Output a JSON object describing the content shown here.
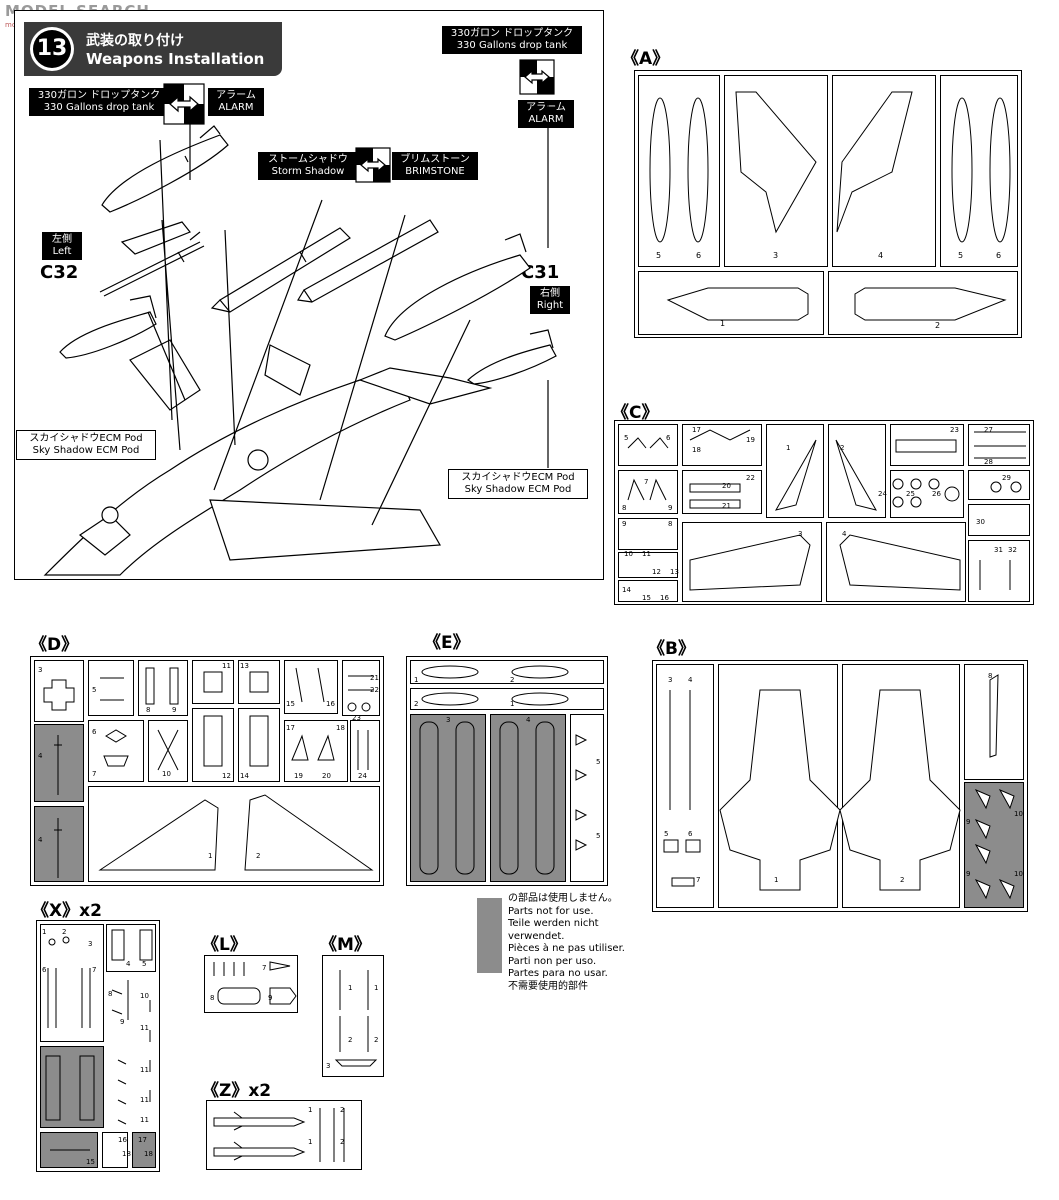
{
  "watermark": "MODEL SEARCH",
  "watermark_small": "mo3.2005.com",
  "step": {
    "number": "13",
    "title_jp": "武装の取り付け",
    "title_en": "Weapons Installation"
  },
  "callouts": {
    "droptank_left_jp": "330ガロン ドロップタンク",
    "droptank_left_en": "330 Gallons drop tank",
    "alarm_left_jp": "アラーム",
    "alarm_left_en": "ALARM",
    "droptank_right_jp": "330ガロン ドロップタンク",
    "droptank_right_en": "330 Gallons drop tank",
    "alarm_right_jp": "アラーム",
    "alarm_right_en": "ALARM",
    "storm_jp": "ストームシャドウ",
    "storm_en": "Storm Shadow",
    "brimstone_jp": "ブリムストーン",
    "brimstone_en": "BRIMSTONE",
    "left_jp": "左側",
    "left_en": "Left",
    "right_jp": "右側",
    "right_en": "Right",
    "c32": "C32",
    "c31": "C31",
    "ecm_left_jp": "スカイシャドウECM Pod",
    "ecm_left_en": "Sky Shadow ECM Pod",
    "ecm_right_jp": "スカイシャドウECM Pod",
    "ecm_right_en": "Sky Shadow ECM Pod"
  },
  "sprues": {
    "A": "《A》",
    "C": "《C》",
    "D": "《D》",
    "E": "《E》",
    "B": "《B》",
    "X": "《X》x2",
    "L": "《L》",
    "M": "《M》",
    "Z": "《Z》x2"
  },
  "legend": [
    "の部品は使用しません。",
    "Parts not for use.",
    "Teile werden nicht verwendet.",
    "Pièces à ne pas utiliser.",
    "Parti non per uso.",
    "Partes para no usar.",
    "不需要使用的部件"
  ],
  "part_numbers": {
    "A": [
      "5",
      "6",
      "3",
      "4",
      "5",
      "6",
      "1",
      "2"
    ],
    "C": [
      "5",
      "6",
      "17",
      "18",
      "19",
      "1",
      "2",
      "23",
      "27",
      "28",
      "7",
      "8",
      "22",
      "20",
      "21",
      "24",
      "25",
      "26",
      "29",
      "9",
      "8",
      "10",
      "11",
      "12",
      "13",
      "3",
      "4",
      "30",
      "31",
      "32",
      "14",
      "15",
      "16"
    ],
    "D": [
      "3",
      "5",
      "4",
      "8",
      "9",
      "11",
      "13",
      "15",
      "16",
      "21",
      "22",
      "23",
      "6",
      "7",
      "10",
      "12",
      "14",
      "17",
      "18",
      "19",
      "20",
      "24",
      "4",
      "1",
      "2"
    ],
    "E": [
      "1",
      "2",
      "2",
      "1",
      "3",
      "4",
      "5",
      "5"
    ],
    "B": [
      "3",
      "4",
      "8",
      "5",
      "6",
      "7",
      "1",
      "2",
      "9",
      "10",
      "9",
      "10"
    ],
    "X": [
      "1",
      "2",
      "3",
      "4",
      "5",
      "6",
      "7",
      "8",
      "9",
      "10",
      "11",
      "11",
      "11",
      "11",
      "15",
      "16",
      "17",
      "18",
      "18"
    ],
    "L": [
      "7",
      "8",
      "9"
    ],
    "M": [
      "1",
      "1",
      "2",
      "2",
      "3"
    ],
    "Z": [
      "1",
      "1",
      "2",
      "2"
    ]
  }
}
